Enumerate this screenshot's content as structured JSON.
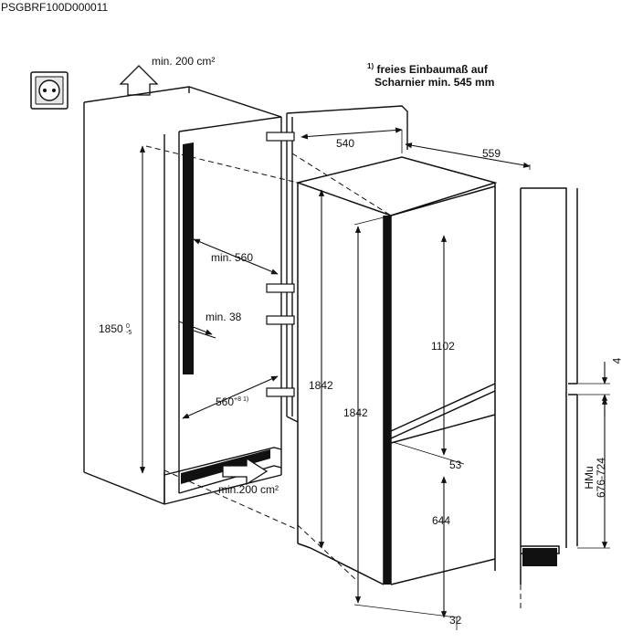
{
  "header": {
    "code": "PSGBRF100D000011"
  },
  "note": {
    "superscript": "1)",
    "line1": "freies Einbaumaß auf",
    "line2": "Scharnier min. 545 mm"
  },
  "labels": {
    "top_vent": "min. 200 cm²",
    "bottom_vent": "min.200 cm²",
    "niche_height": "1850",
    "niche_height_tol_upper": "0",
    "niche_height_tol_lower": "-5",
    "min_depth": "min. 560",
    "min_38": "min. 38",
    "niche_width": "560",
    "niche_width_tol": "+8 1)",
    "depth_540": "540",
    "depth_559": "559",
    "appliance_height_left": "1842",
    "appliance_height_inner": "1842",
    "fridge_door": "1102",
    "gap_53": "53",
    "freezer_door": "644",
    "bottom_32": "32",
    "gap_4": "4",
    "hmu_label": "HMu",
    "hmu_range": "676-724"
  }
}
